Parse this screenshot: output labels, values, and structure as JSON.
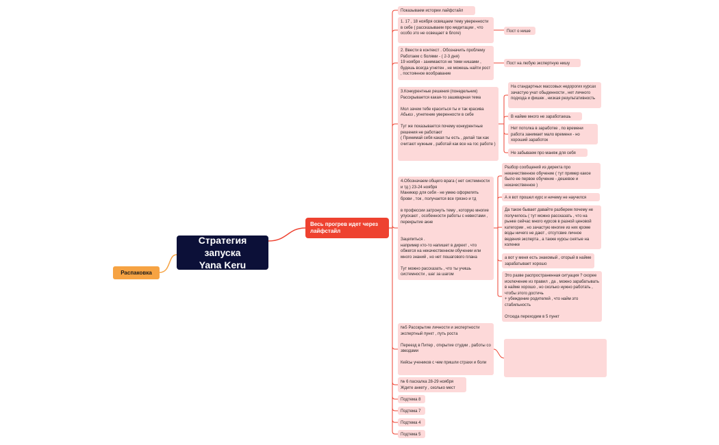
{
  "root": {
    "title": "Стратегия запуска\nYana Keru"
  },
  "left": {
    "label": "Распаковка"
  },
  "main": {
    "label": "Весь прогрев идет через лайфстайл"
  },
  "topics": [
    "Показываем истории лайфстайл",
    "1. 17 , 18 ноября освящаем тему уверенности в себе ( рассказываем про медитации , что особо это не освещает в блоге)",
    "2. Ввести в контекст . Обозначить проблему Работаем с болями - ( 2-3 дня)\n19 ноября - занимаются не теми нишами , будешь всегда угнетен , не можешь найти рост , постоянное вообравание",
    "3.Конкурентные решения (понедельник)\nРасскрывается какая-то зашкварная тема\n\nМол зачем тебе краситься ты и так красива\nАбьюз , угнетение уверенности в себе\n\nТут же показывается почему конкурентные решения не работают\n( Принимай себя какая ты есть , делай так как считают нужным , работай как все на гос работе )",
    "4.Обозначаем общего врага ( нет системности и тд ) 23-24 ноября\n Маникюр для себя - не умею оформлять брови , ток , получается все грязно и тд\n\nв профессии затронуть тему , которую многие упускают , особенности работы с невестами , перекрытие акне\n\n\nЗацепиться .\nнапример кто-то напишет в директ , что обжегся на некачественном обучении или много знаний , но нет пошагового плана\n\nТут можно рассказать , что ты учишь системности , шаг за шагом",
    "№5 Расскрытие личности и экспертности экспертный пункт , путь роста\n\nПереезд в Питер , открытие студии , работы со звездами\n\nКейсы учеников с чем пришли страхи и боли",
    "№ 6 пасхалка 28-29 ноября\nЖдите анкету , сколько мест",
    "Подтема 8",
    "Подтема 7",
    "Подтема 4",
    "Подтема 5"
  ],
  "details": [
    "Пост о нише",
    "Пост на любую экспертную нишу",
    "На стандартных массовых недорогих курсах зачастую учат обыденности , нет личного подхода и фишек , низкая результативность",
    "В найме много не заработаешь",
    "Нет потолка в заработке , по времени работа занимает мало времени - но хороший заработок",
    "Не забываем про маняж для себя",
    "Разбор сообщений из директа про некачественное обучение ( тут пример какое было ее первое обучение - дешевое и некачественное )",
    "А я вот прошел курс и ничему не научился",
    "Да такое бывает давайте разберем почему не получилось ( тут можно рассказать , что на рынке сейчас много курсов в разной ценовой категории , но зачастую многие из них кроме воды ничего не дают , отсутсвие личное ведения эксперта , а также курсы снятые на коленке",
    "а вот у меня есть знакомый , оторый в найме зарабатывает хорошо",
    "Это разве распространенная ситуация ? скорее исключение из правил , да , можно зарабатывать в найме хорошо , но сколько нужно работать , чтобы этого достичь\n+ убеждение родителей , что найм это стабильность\n\nОтсюда переходим в 5 пункт",
    ""
  ],
  "colors": {
    "root": "#0c1038",
    "main": "#ee4230",
    "left": "#f6a343",
    "box": "#fdd9d9",
    "line_red": "#ee4230",
    "line_orange": "#f6a343"
  }
}
